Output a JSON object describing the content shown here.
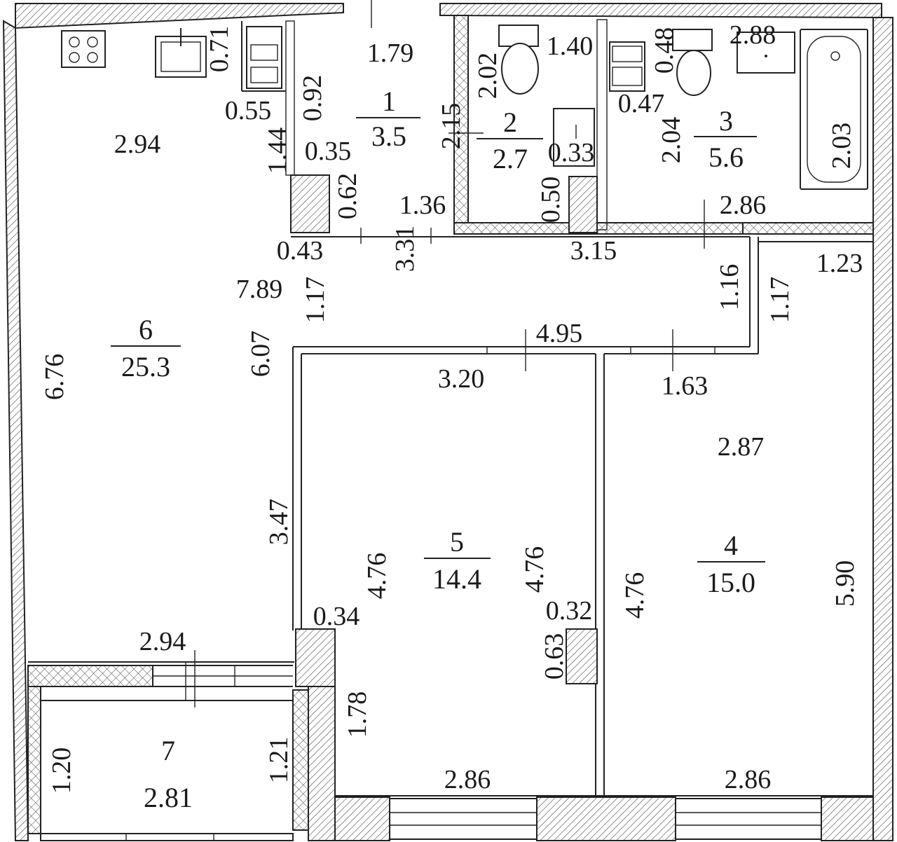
{
  "rooms": [
    {
      "id": "1",
      "num": "1",
      "area": "3.5"
    },
    {
      "id": "2",
      "num": "2",
      "area": "2.7"
    },
    {
      "id": "3",
      "num": "3",
      "area": "5.6"
    },
    {
      "id": "4",
      "num": "4",
      "area": "15.0"
    },
    {
      "id": "5",
      "num": "5",
      "area": "14.4"
    },
    {
      "id": "6",
      "num": "6",
      "area": "25.3"
    },
    {
      "id": "7",
      "num": "7",
      "area": "2.81"
    }
  ],
  "dimensions": {
    "d0": "0.71",
    "d1": "1.79",
    "d2": "2.02",
    "d3": "1.40",
    "d4": "0.48",
    "d5": "2.88",
    "d6": "0.55",
    "d7": "0.92",
    "d8": "2.94",
    "d9": "1.44",
    "d10": "0.35",
    "d11": "2.15",
    "d12": "0.33",
    "d13": "0.47",
    "d14": "2.04",
    "d15": "2.03",
    "d16": "0.62",
    "d17": "1.36",
    "d18": "0.50",
    "d19": "2.86",
    "d20": "0.43",
    "d21": "3.31",
    "d22": "3.15",
    "d23": "1.23",
    "d24": "7.89",
    "d25": "1.17",
    "d26": "1.16",
    "d27": "1.17",
    "d28": "6.07",
    "d29": "6.76",
    "d30": "4.95",
    "d31": "3.20",
    "d32": "1.63",
    "d33": "2.87",
    "d34": "3.47",
    "d35": "4.76",
    "d36": "4.76",
    "d37": "4.76",
    "d38": "5.90",
    "d39": "0.34",
    "d40": "0.32",
    "d41": "0.63",
    "d42": "2.94",
    "d43": "1.78",
    "d44": "1.20",
    "d45": "1.21",
    "d46": "2.86",
    "d47": "2.86"
  }
}
